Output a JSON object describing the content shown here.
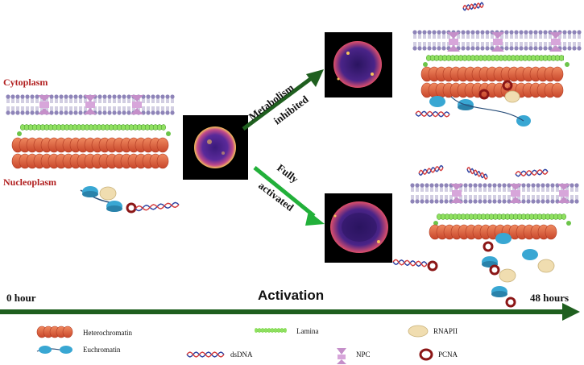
{
  "labels": {
    "cytoplasm": "Cytoplasm",
    "nucleoplasm": "Nucleoplasm",
    "metabolism_inhibited_line1": "Metabolism",
    "metabolism_inhibited_line2": "inhibited",
    "fully_activated_line1": "Fully",
    "fully_activated_line2": "activated"
  },
  "timeline": {
    "start": "0 hour",
    "end": "48 hours",
    "title": "Activation"
  },
  "legend": {
    "heterochromatin": "Heterochromatin",
    "euchromatin": "Euchromatin",
    "lamina": "Lamina",
    "dsdna": "dsDNA",
    "rnapii": "RNAPII",
    "npc": "NPC",
    "pcna": "PCNA"
  },
  "colors": {
    "label_red": "#b11f1f",
    "arrow_dark_green": "#1f5f1f",
    "arrow_bright_green": "#22b03a",
    "membrane": "#8e84b8",
    "heterochromatin": "#e2643f",
    "euchromatin": "#39a7d3",
    "lamina": "#8fe060",
    "npc": "#c58fc9",
    "pcna": "#8b1616",
    "rnapii": "#f0ddb0"
  }
}
